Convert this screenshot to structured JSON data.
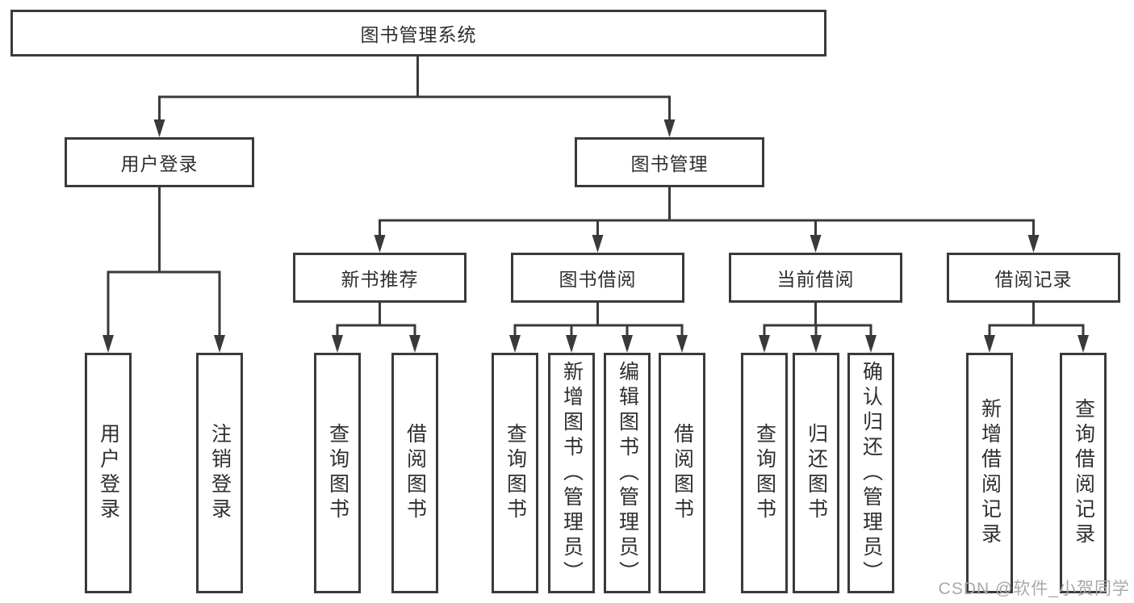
{
  "diagram": {
    "root": {
      "label": "图书管理系统"
    },
    "branches": [
      {
        "label": "用户登录",
        "children": [
          {
            "label": "用户登录"
          },
          {
            "label": "注销登录"
          }
        ]
      },
      {
        "label": "图书管理",
        "groups": [
          {
            "label": "新书推荐",
            "children": [
              {
                "label": "查询图书"
              },
              {
                "label": "借阅图书"
              }
            ]
          },
          {
            "label": "图书借阅",
            "children": [
              {
                "label": "查询图书"
              },
              {
                "label": "新增图书（管理员）"
              },
              {
                "label": "编辑图书（管理员）"
              },
              {
                "label": "借阅图书"
              }
            ]
          },
          {
            "label": "当前借阅",
            "children": [
              {
                "label": "查询图书"
              },
              {
                "label": "归还图书"
              },
              {
                "label": "确认归还（管理员）"
              }
            ]
          },
          {
            "label": "借阅记录",
            "children": [
              {
                "label": "新增借阅记录"
              },
              {
                "label": "查询借阅记录"
              }
            ]
          }
        ]
      }
    ],
    "watermark": "CSDN @软件_小贺同学"
  },
  "colors": {
    "line": "#3a3a3a",
    "text": "#2f2f2f",
    "watermark": "#a9a9a9",
    "background": "#ffffff"
  }
}
